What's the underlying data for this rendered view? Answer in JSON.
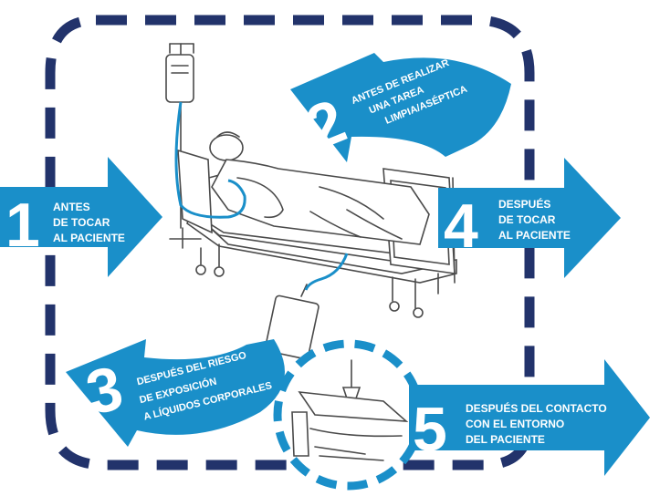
{
  "colors": {
    "arrow_blue": "#1a8fc9",
    "dash_navy": "#22336b",
    "dash_light": "#1a8fc9",
    "line_gray": "#4a4a4a",
    "text": "#ffffff"
  },
  "moments": [
    {
      "number": "1",
      "lines": [
        "ANTES",
        "DE TOCAR",
        "AL PACIENTE"
      ]
    },
    {
      "number": "2",
      "lines": [
        "ANTES DE REALIZAR",
        "UNA TAREA",
        "LIMPIA/ASÉPTICA"
      ]
    },
    {
      "number": "3",
      "lines": [
        "DESPUÉS DEL RIESGO",
        "DE EXPOSICIÓN",
        "A LÍQUIDOS CORPORALES"
      ]
    },
    {
      "number": "4",
      "lines": [
        "DESPUÉS",
        "DE TOCAR",
        "AL PACIENTE"
      ]
    },
    {
      "number": "5",
      "lines": [
        "DESPUÉS DEL CONTACTO",
        "CON EL ENTORNO",
        "DEL PACIENTE"
      ]
    }
  ],
  "icons": {
    "illustration": "patient-bed-illustration",
    "iv_bag": "iv-bag-icon",
    "urine_bag": "drainage-bag-icon"
  }
}
